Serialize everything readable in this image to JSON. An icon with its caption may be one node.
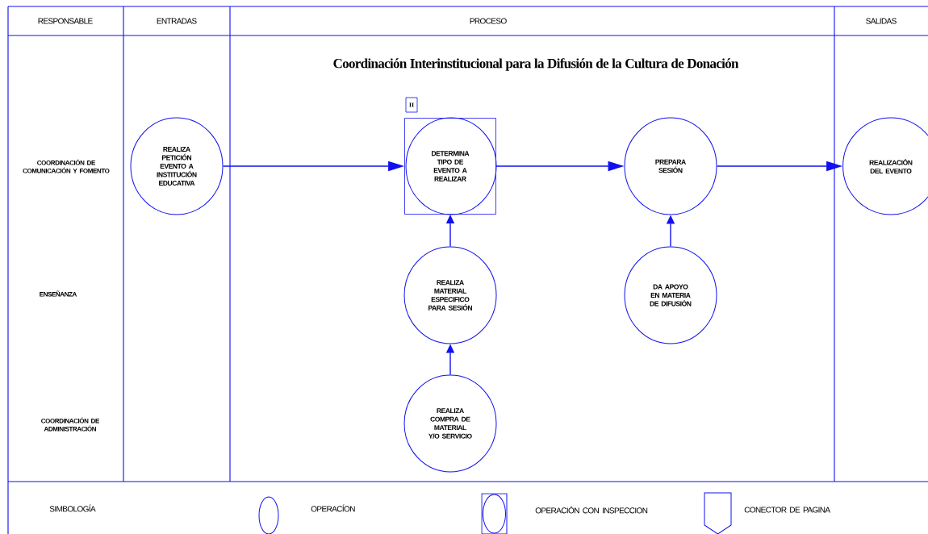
{
  "diagram": {
    "title": "Coordinación Interinstitucional para la Difusión de la Cultura de Donación",
    "nodes": [
      {
        "text": [
          "REALIZA PETICIÓN EVENTO A INSTITUCIÓN EDUCATIVA"
        ]
      },
      {
        "text": [
          "DETERMINA TIPO DE EVENTO A REALIZAR"
        ]
      },
      {
        "text": [
          "PREPARA SESIÓN"
        ]
      },
      {
        "text": [
          "REALIZACIÓN DEL EVENTO"
        ]
      },
      {
        "text": [
          "REALIZA MATERIAL ESPECIFICO PARA SESIÓN"
        ]
      },
      {
        "text": [
          "DA APOYO EN MATERIA DE DIFUSIÓN"
        ]
      },
      {
        "text": [
          "REALIZA COMPRA DE MATERIAL Y/O SERVICIO"
        ]
      },
      {
        "text": [
          "II"
        ]
      }
    ],
    "edges": [
      {
        "from": 0,
        "to": 1,
        "arrow": "to"
      },
      {
        "from": 1,
        "to": 2,
        "arrow": "to"
      },
      {
        "from": 2,
        "to": 3,
        "arrow": "to"
      },
      {
        "from": 4,
        "to": 1,
        "arrow": "to"
      },
      {
        "from": 5,
        "to": 2,
        "arrow": "to"
      },
      {
        "from": 6,
        "to": 4,
        "arrow": "to"
      }
    ],
    "labels": [
      "RESPONSABLE",
      "ENTRADAS",
      "PROCESO",
      "SALIDAS",
      "COORDINACIÓN DE COMUNICACIÓN Y FOMENTO",
      "ENSEÑANZA",
      "COORDINACIÓN DE ADMINISTRACIÓN",
      "SIMBOLOGÍA"
    ],
    "legend": [
      {
        "text": "OPERACÍON"
      },
      {
        "text": "OPERACIÓN CON INSPECCION"
      },
      {
        "text": "CONECTOR DE PAGINA"
      }
    ]
  }
}
